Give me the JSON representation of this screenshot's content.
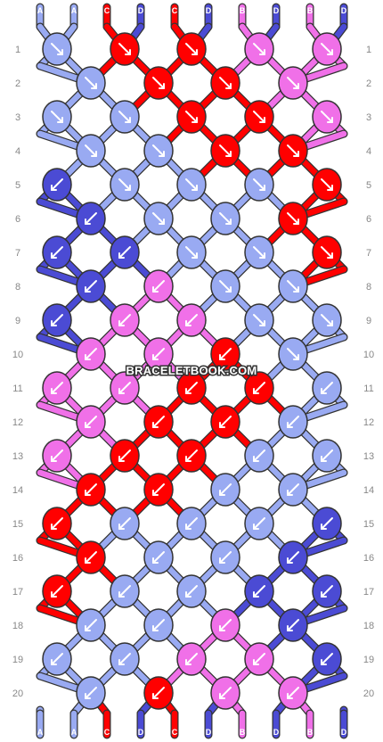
{
  "watermark": "BRACELETBOOK.COM",
  "colors": {
    "A": "#99aaf2",
    "B": "#f070e8",
    "C": "#ff0000",
    "D": "#4b4bd4"
  },
  "strings_top": [
    "A",
    "A",
    "C",
    "D",
    "C",
    "D",
    "B",
    "D",
    "B",
    "D"
  ],
  "strings_bottom": [
    "A",
    "A",
    "C",
    "D",
    "C",
    "D",
    "B",
    "D",
    "B",
    "D"
  ],
  "rows": [
    [
      "A",
      "C",
      "C",
      "B",
      "B"
    ],
    [
      "A",
      "C",
      "C",
      "B"
    ],
    [
      "A",
      "A",
      "C",
      "C",
      "B"
    ],
    [
      "A",
      "A",
      "C",
      "C"
    ],
    [
      "D",
      "A",
      "A",
      "A",
      "C"
    ],
    [
      "D",
      "A",
      "A",
      "C"
    ],
    [
      "D",
      "D",
      "A",
      "A",
      "C"
    ],
    [
      "D",
      "B",
      "A",
      "A"
    ],
    [
      "D",
      "B",
      "B",
      "A",
      "A"
    ],
    [
      "B",
      "B",
      "C",
      "A"
    ],
    [
      "B",
      "B",
      "C",
      "C",
      "A"
    ],
    [
      "B",
      "C",
      "C",
      "A"
    ],
    [
      "B",
      "C",
      "C",
      "A",
      "A"
    ],
    [
      "C",
      "C",
      "A",
      "A"
    ],
    [
      "C",
      "A",
      "A",
      "A",
      "D"
    ],
    [
      "C",
      "A",
      "A",
      "D"
    ],
    [
      "C",
      "A",
      "A",
      "D",
      "D"
    ],
    [
      "A",
      "A",
      "B",
      "D"
    ],
    [
      "A",
      "A",
      "B",
      "B",
      "D"
    ],
    [
      "A",
      "C",
      "B",
      "B"
    ]
  ],
  "arrows": [
    [
      "se",
      "se",
      "se",
      "se",
      "se"
    ],
    [
      "se",
      "se",
      "se",
      "se"
    ],
    [
      "se",
      "se",
      "se",
      "se",
      "se"
    ],
    [
      "se",
      "se",
      "se",
      "se"
    ],
    [
      "sw",
      "se",
      "se",
      "se",
      "se"
    ],
    [
      "sw",
      "se",
      "se",
      "se"
    ],
    [
      "sw",
      "sw",
      "se",
      "se",
      "se"
    ],
    [
      "sw",
      "sw",
      "se",
      "se"
    ],
    [
      "sw",
      "sw",
      "sw",
      "se",
      "se"
    ],
    [
      "sw",
      "sw",
      "sw",
      "se"
    ],
    [
      "sw",
      "sw",
      "sw",
      "sw",
      "sw"
    ],
    [
      "sw",
      "sw",
      "sw",
      "sw"
    ],
    [
      "sw",
      "sw",
      "sw",
      "sw",
      "sw"
    ],
    [
      "sw",
      "sw",
      "sw",
      "sw"
    ],
    [
      "sw",
      "sw",
      "sw",
      "sw",
      "sw"
    ],
    [
      "sw",
      "sw",
      "sw",
      "sw"
    ],
    [
      "sw",
      "sw",
      "sw",
      "sw",
      "sw"
    ],
    [
      "sw",
      "sw",
      "sw",
      "sw"
    ],
    [
      "sw",
      "sw",
      "sw",
      "sw",
      "sw"
    ],
    [
      "sw",
      "sw",
      "sw",
      "sw"
    ]
  ]
}
